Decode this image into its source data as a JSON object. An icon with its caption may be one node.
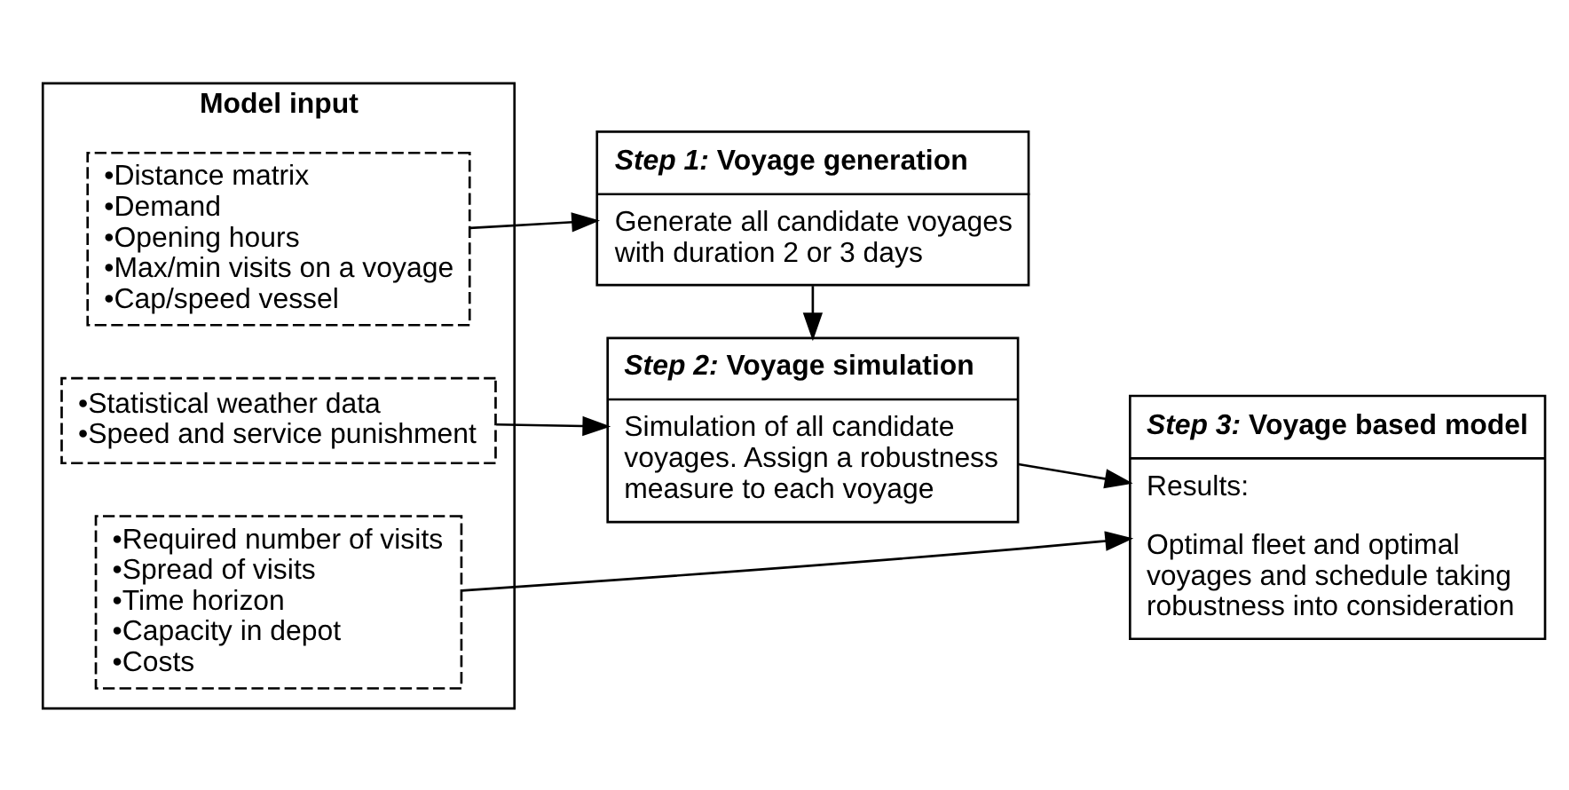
{
  "diagram": {
    "nodes": [
      {
        "text": [
          "Model input"
        ]
      },
      {
        "text": [
          "•Distance matrix",
          "•Demand",
          "•Opening hours",
          "•Max/min visits on a voyage",
          "•Cap/speed vessel"
        ],
        "in": 0
      },
      {
        "text": [
          "•Statistical weather data",
          "•Speed and service punishment"
        ],
        "in": 0
      },
      {
        "text": [
          "•Required number of visits",
          "•Spread of visits",
          "•Time horizon",
          "•Capacity in depot",
          "•Costs"
        ],
        "in": 0
      },
      {
        "text": [
          "*Step 1:* Voyage generation",
          "Generate all candidate voyages with duration 2 or 3 days"
        ]
      },
      {
        "text": [
          "*Step 2:* Voyage simulation",
          "Simulation of all candidate voyages. Assign a robustness measure to each voyage"
        ]
      },
      {
        "text": [
          "*Step 3:* Voyage based model",
          "Results:",
          "Optimal fleet and optimal voyages and schedule taking robustness into consideration"
        ]
      }
    ],
    "edges": [
      {
        "from": 1,
        "to": 4,
        "arrow": "to"
      },
      {
        "from": 4,
        "to": 5,
        "arrow": "to"
      },
      {
        "from": 2,
        "to": 5,
        "arrow": "to"
      },
      {
        "from": 5,
        "to": 6,
        "arrow": "to"
      },
      {
        "from": 3,
        "to": 6,
        "arrow": "to"
      }
    ]
  }
}
